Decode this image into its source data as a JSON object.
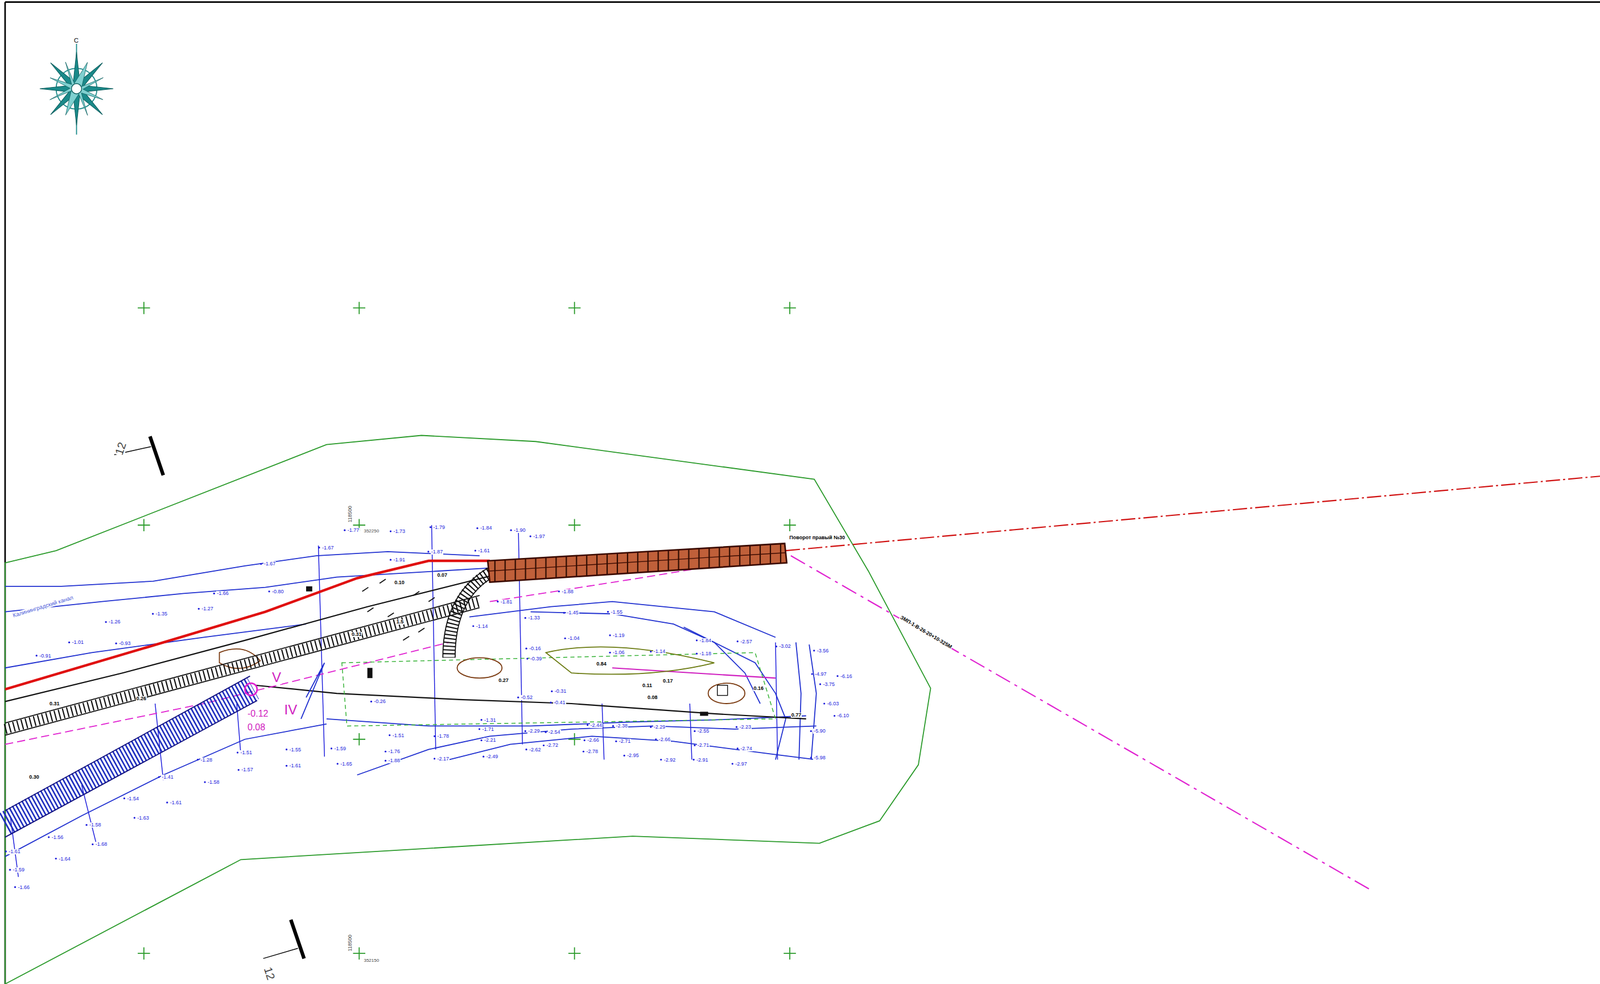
{
  "diagram": {
    "labels": [
      "С",
      "12",
      "12",
      "118500",
      "352250",
      "118500",
      "352150",
      "Калининградский канал",
      "Поворот правый №30",
      "ЗМП-1-В-26-20+10-325М",
      "V",
      "IV",
      "-0.12",
      "0.08",
      "0.07",
      "0.10",
      "0.31",
      "0.27",
      "0.11",
      "0.17",
      "0.08",
      "0.84",
      "0.16",
      "0.77",
      "1.5",
      "0.30",
      "0.31",
      "0.26",
      "-1.77",
      "-1.73",
      "-1.79",
      "-1.84",
      "-1.90",
      "-1.97",
      "-1.67",
      "-1.91",
      "-1.87",
      "-1.61",
      "-1.67",
      "-1.66",
      "-0.80",
      "-1.35",
      "-1.27",
      "-1.26",
      "-0.91",
      "-1.01",
      "-0.93",
      "-1.45",
      "-1.55",
      "-1.88",
      "-1.81",
      "-1.33",
      "-1.14",
      "-1.04",
      "-1.19",
      "-0.16",
      "-0.39",
      "-1.06",
      "-1.14",
      "-1.18",
      "-1.84",
      "-2.57",
      "-3.02",
      "-3.56",
      "-6.16",
      "-4.97",
      "-3.75",
      "-6.03",
      "-6.10",
      "-5.90",
      "-5.98",
      "-2.74",
      "-2.97",
      "-2.91",
      "-2.92",
      "-2.95",
      "-2.78",
      "-2.62",
      "-2.72",
      "-2.66",
      "-2.71",
      "-2.66",
      "-2.71",
      "-2.55",
      "-2.49",
      "-2.17",
      "-1.88",
      "-1.65",
      "-1.61",
      "-1.57",
      "-1.58",
      "-1.61",
      "-1.63",
      "-1.68",
      "-1.64",
      "-1.61",
      "-1.59",
      "-1.66",
      "-1.56",
      "-1.58",
      "-1.54",
      "-1.41",
      "-1.28",
      "-1.51",
      "-1.55",
      "-1.59",
      "-1.78",
      "-1.76",
      "-1.51",
      "-1.71",
      "-1.31",
      "-2.21",
      "-2.29",
      "-2.54",
      "-2.38",
      "-2.29",
      "-2.23",
      "-2.44",
      "-0.26",
      "-0.31",
      "-0.52",
      "-0.41"
    ]
  }
}
